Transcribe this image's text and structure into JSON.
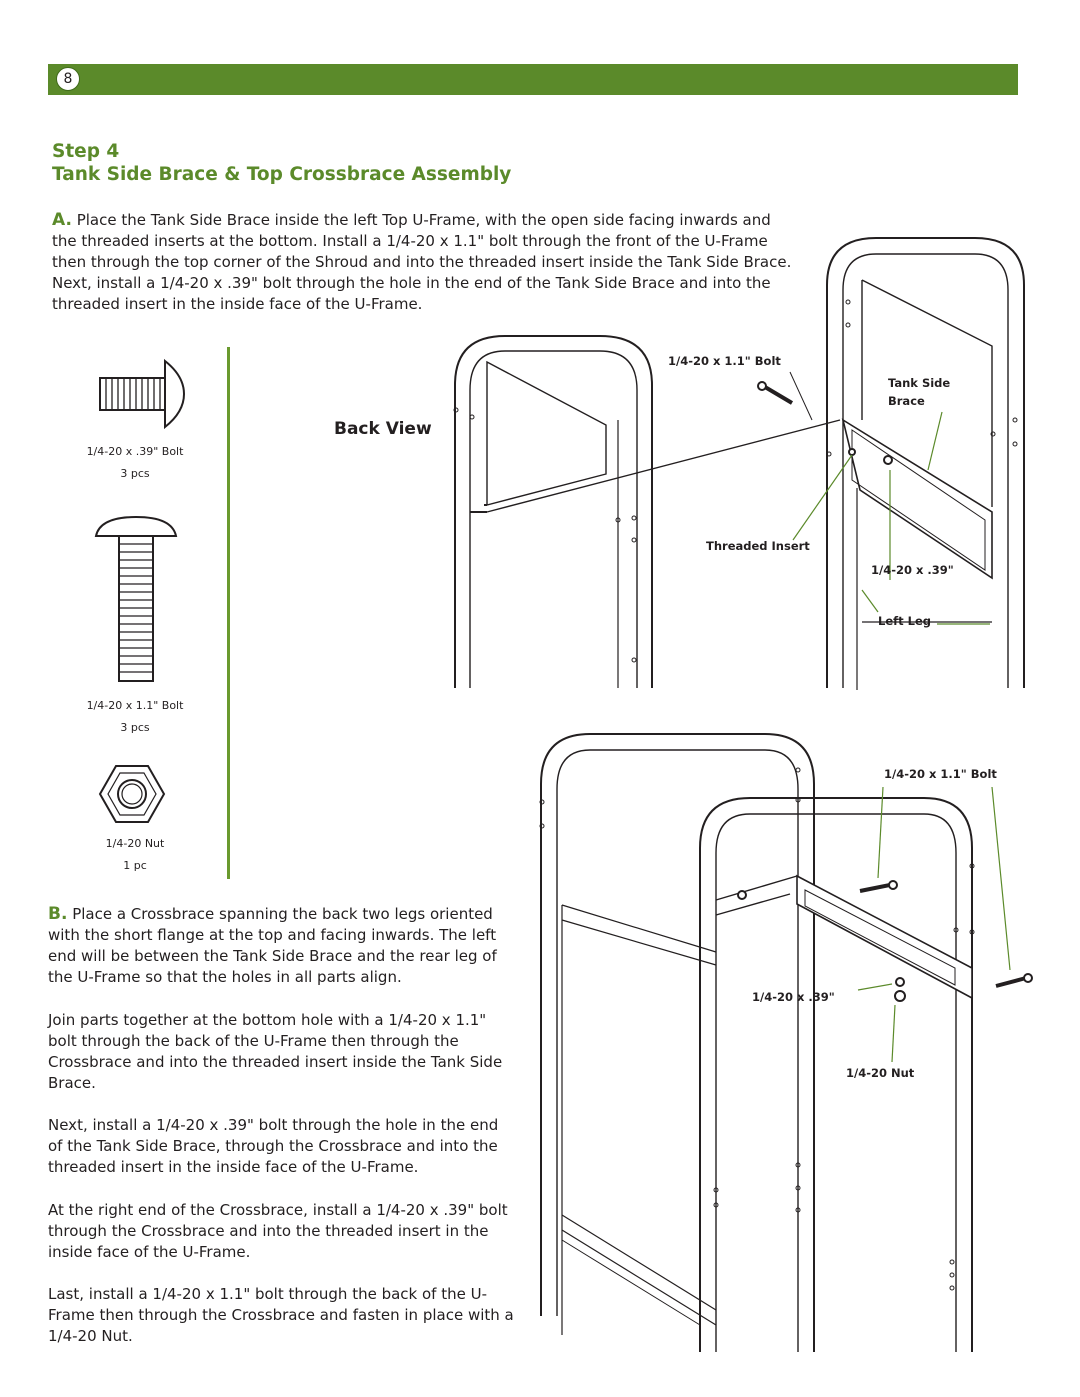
{
  "page": {
    "number": "8"
  },
  "step": {
    "title": "Step 4",
    "subtitle": "Tank Side Brace & Top Crossbrace Assembly"
  },
  "instruction_a": {
    "lead": "A.",
    "text": "Place the Tank Side Brace inside the left Top U-Frame, with the open side facing inwards and the threaded inserts at the bottom. Install a 1/4-20 x 1.1\" bolt through the front of the U-Frame then through the top corner of the Shroud and into the threaded insert inside the Tank Side Brace.  Next, install a 1/4-20 x .39\" bolt through the hole in the end of the Tank Side Brace and into the threaded insert in the inside face of the U-Frame."
  },
  "parts": [
    {
      "name": "1/4-20 x .39\" Bolt",
      "qty": "3 pcs"
    },
    {
      "name": "1/4-20 x 1.1\" Bolt",
      "qty": "3 pcs"
    },
    {
      "name": "1/4-20 Nut",
      "qty": "1 pc"
    }
  ],
  "diagram_top": {
    "view_label": "Back View",
    "labels": {
      "bolt_long": "1/4-20 x 1.1\" Bolt",
      "tank_side": "Tank Side",
      "brace": "Brace",
      "threaded_insert": "Threaded Insert",
      "bolt_short": "1/4-20 x .39\"",
      "left_leg": "Left Leg"
    }
  },
  "diagram_bottom": {
    "labels": {
      "bolt_long": "1/4-20 x 1.1\" Bolt",
      "bolt_short": "1/4-20 x .39\"",
      "nut": "1/4-20 Nut"
    }
  },
  "instruction_b": {
    "lead": "B.",
    "p1": "Place a Crossbrace spanning the back two legs oriented with the short flange at the top and facing inwards. The left end will be between the Tank Side Brace and the rear leg of the U-Frame so that the holes in all parts align.",
    "p2": "Join parts together at the bottom hole with a 1/4-20 x 1.1\" bolt through the back of the U-Frame then through the Crossbrace and into the threaded insert inside the Tank Side Brace.",
    "p3": "Next, install a 1/4-20 x .39\" bolt through the hole in the end of the Tank Side Brace, through the Crossbrace and into the threaded insert in the inside face of the U-Frame.",
    "p4": "At the right end of the Crossbrace, install a 1/4-20 x .39\" bolt through the Crossbrace and into the threaded insert in the inside face of the U-Frame.",
    "p5": "Last, install a 1/4-20 x 1.1\" bolt through the back of the U-Frame then through the Crossbrace and fasten in place with a 1/4-20 Nut."
  },
  "colors": {
    "accent": "#5b8a2a",
    "text": "#231f20"
  }
}
